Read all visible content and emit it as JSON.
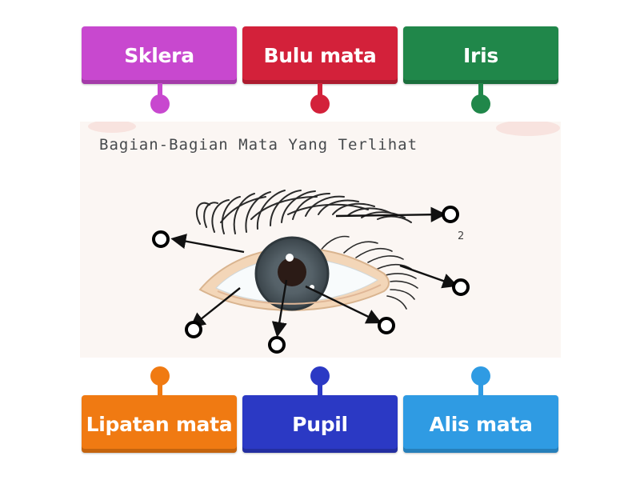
{
  "top_tiles": [
    {
      "label": "Sklera",
      "color": "#c848cf"
    },
    {
      "label": "Bulu mata",
      "color": "#d3213a"
    },
    {
      "label": "Iris",
      "color": "#20874a"
    }
  ],
  "bottom_tiles": [
    {
      "label": "Lipatan mata",
      "color": "#f07a12"
    },
    {
      "label": "Pupil",
      "color": "#2b39c4"
    },
    {
      "label": "Alis mata",
      "color": "#2f9be3"
    }
  ],
  "picture": {
    "title": "Bagian-Bagian Mata Yang Terlihat",
    "number": "2"
  }
}
